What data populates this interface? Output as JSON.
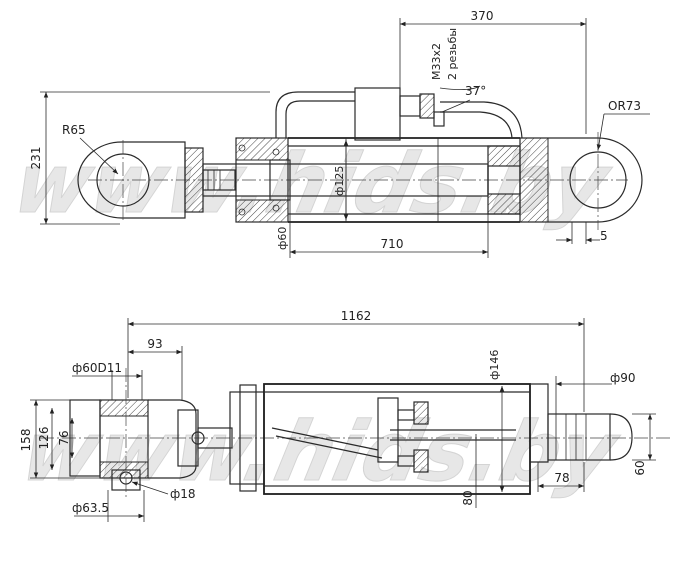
{
  "watermark": "www.hids.by",
  "top_view": {
    "dims": {
      "overall_width": "370",
      "height": "231",
      "rod_eye_radius": "R65",
      "thread_line1": "M33x2",
      "thread_line2": "2 резьбы",
      "angle": "37°",
      "barrel_eye_radius": "OR73",
      "barrel_dia": "ф125",
      "rod_dia": "ф60",
      "stroke": "710",
      "offset": "5"
    }
  },
  "bottom_view": {
    "dims": {
      "overall_length": "1162",
      "left_offset": "93",
      "pin_bore": "ф60D11",
      "clevis_width": "158",
      "clevis_inner": "126",
      "clevis_gap": "76",
      "grease_hole": "ф18",
      "clevis_boss": "ф63.5",
      "barrel_outer": "ф146",
      "port_height": "80",
      "right_bore": "ф90",
      "right_offset": "78",
      "right_width": "60"
    }
  }
}
